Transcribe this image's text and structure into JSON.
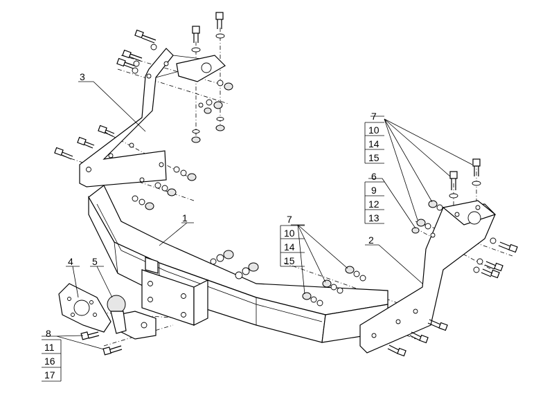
{
  "drawing": {
    "part_labels": {
      "p1": "1",
      "p2": "2",
      "p3": "3",
      "p4": "4",
      "p5": "5",
      "p6": "6",
      "p8": "8"
    },
    "callout_left": [
      "7",
      "10",
      "14",
      "15"
    ],
    "callout_right_top": [
      "7",
      "10",
      "14",
      "15"
    ],
    "callout_right_mid": [
      "6",
      "9",
      "12",
      "13"
    ],
    "callout_bottom_left": [
      "8",
      "11",
      "16",
      "17"
    ]
  }
}
